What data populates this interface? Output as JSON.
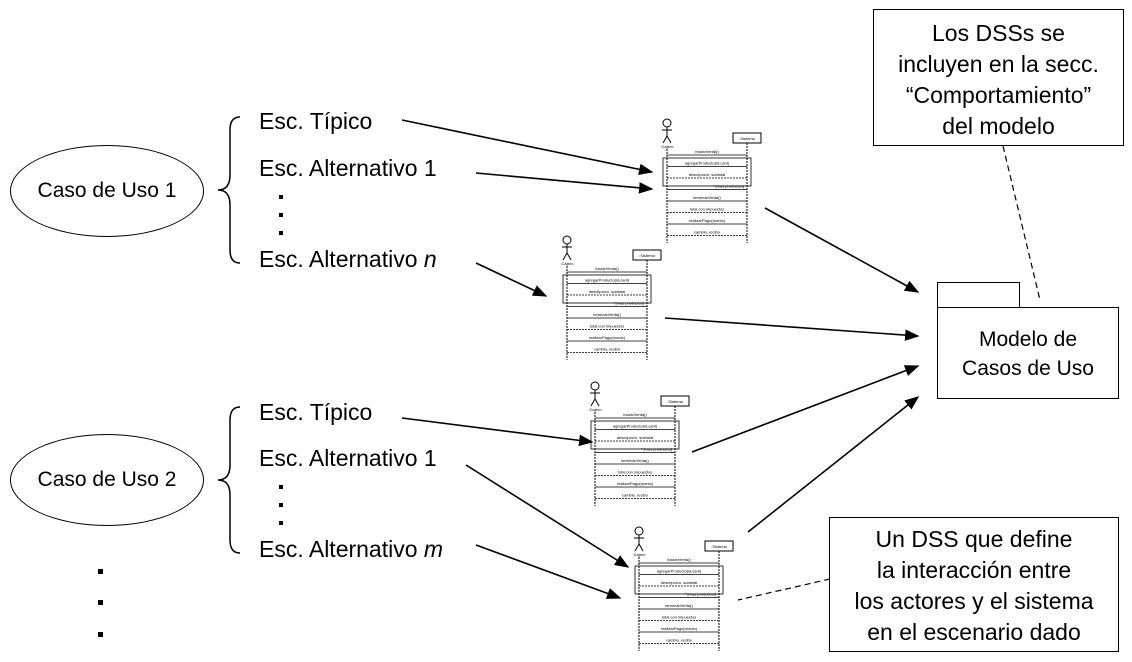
{
  "use_cases": [
    {
      "label": "Caso de Uso 1",
      "scenarios": [
        "Esc. Típico",
        "Esc. Alternativo 1",
        "Esc. Alternativo "
      ],
      "last_var": "n"
    },
    {
      "label": "Caso de Uso 2",
      "scenarios": [
        "Esc. Típico",
        "Esc. Alternativo 1",
        "Esc. Alternativo "
      ],
      "last_var": "m"
    }
  ],
  "model": {
    "line1": "Modelo de",
    "line2": "Casos de Uso"
  },
  "note_top": [
    "Los DSSs se",
    "incluyen en la secc.",
    "“Comportamiento”",
    "del modelo"
  ],
  "note_bottom": [
    "Un DSS que define",
    "la interacción entre",
    "los actores y el sistema",
    "en el escenario dado"
  ],
  "ssd": {
    "system": ":Sistema",
    "actor": ":Cajero",
    "messages": [
      "iniciarVenta()",
      "agregarProducto(id,cant)",
      "descripcion, subtotal",
      "* [mas productos]",
      "terminarVenta()",
      "total con impuestos",
      "realizarPago(monto)",
      "cambio, recibo"
    ]
  }
}
